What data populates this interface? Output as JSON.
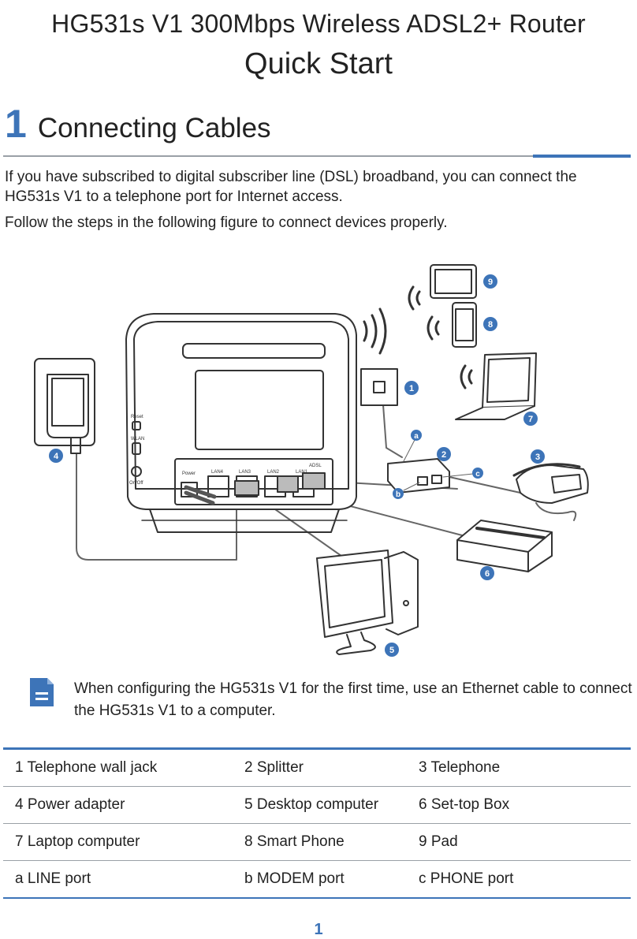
{
  "header": {
    "title": "HG531s V1 300Mbps Wireless ADSL2+ Router",
    "subtitle": "Quick Start"
  },
  "section": {
    "number": "1",
    "title": "Connecting Cables"
  },
  "paragraphs": [
    "If you have subscribed to digital subscriber line (DSL) broadband, you can connect the HG531s V1 to a telephone port for Internet access.",
    "Follow the steps in the following figure to connect devices properly."
  ],
  "figure": {
    "port_labels": [
      "Power",
      "LAN4",
      "LAN3",
      "LAN2",
      "LAN1",
      "ADSL"
    ],
    "side_labels": [
      "Reset",
      "WLAN",
      "On/Off"
    ],
    "callouts": [
      "1",
      "2",
      "3",
      "4",
      "5",
      "6",
      "7",
      "8",
      "9"
    ],
    "letter_callouts": [
      "a",
      "b",
      "c"
    ],
    "accent_color": "#3d74b8"
  },
  "note": {
    "icon": "note-icon",
    "text": "When configuring the HG531s V1 for the first time, use an Ethernet cable to connect the HG531s V1 to a computer."
  },
  "legend": [
    [
      "1 Telephone wall jack",
      "2 Splitter",
      "3 Telephone"
    ],
    [
      "4 Power adapter",
      "5 Desktop computer",
      "6 Set-top Box"
    ],
    [
      "7 Laptop computer",
      "8 Smart Phone",
      "9 Pad"
    ],
    [
      "a LINE port",
      "b MODEM port",
      "c PHONE port"
    ]
  ],
  "page_number": "1"
}
